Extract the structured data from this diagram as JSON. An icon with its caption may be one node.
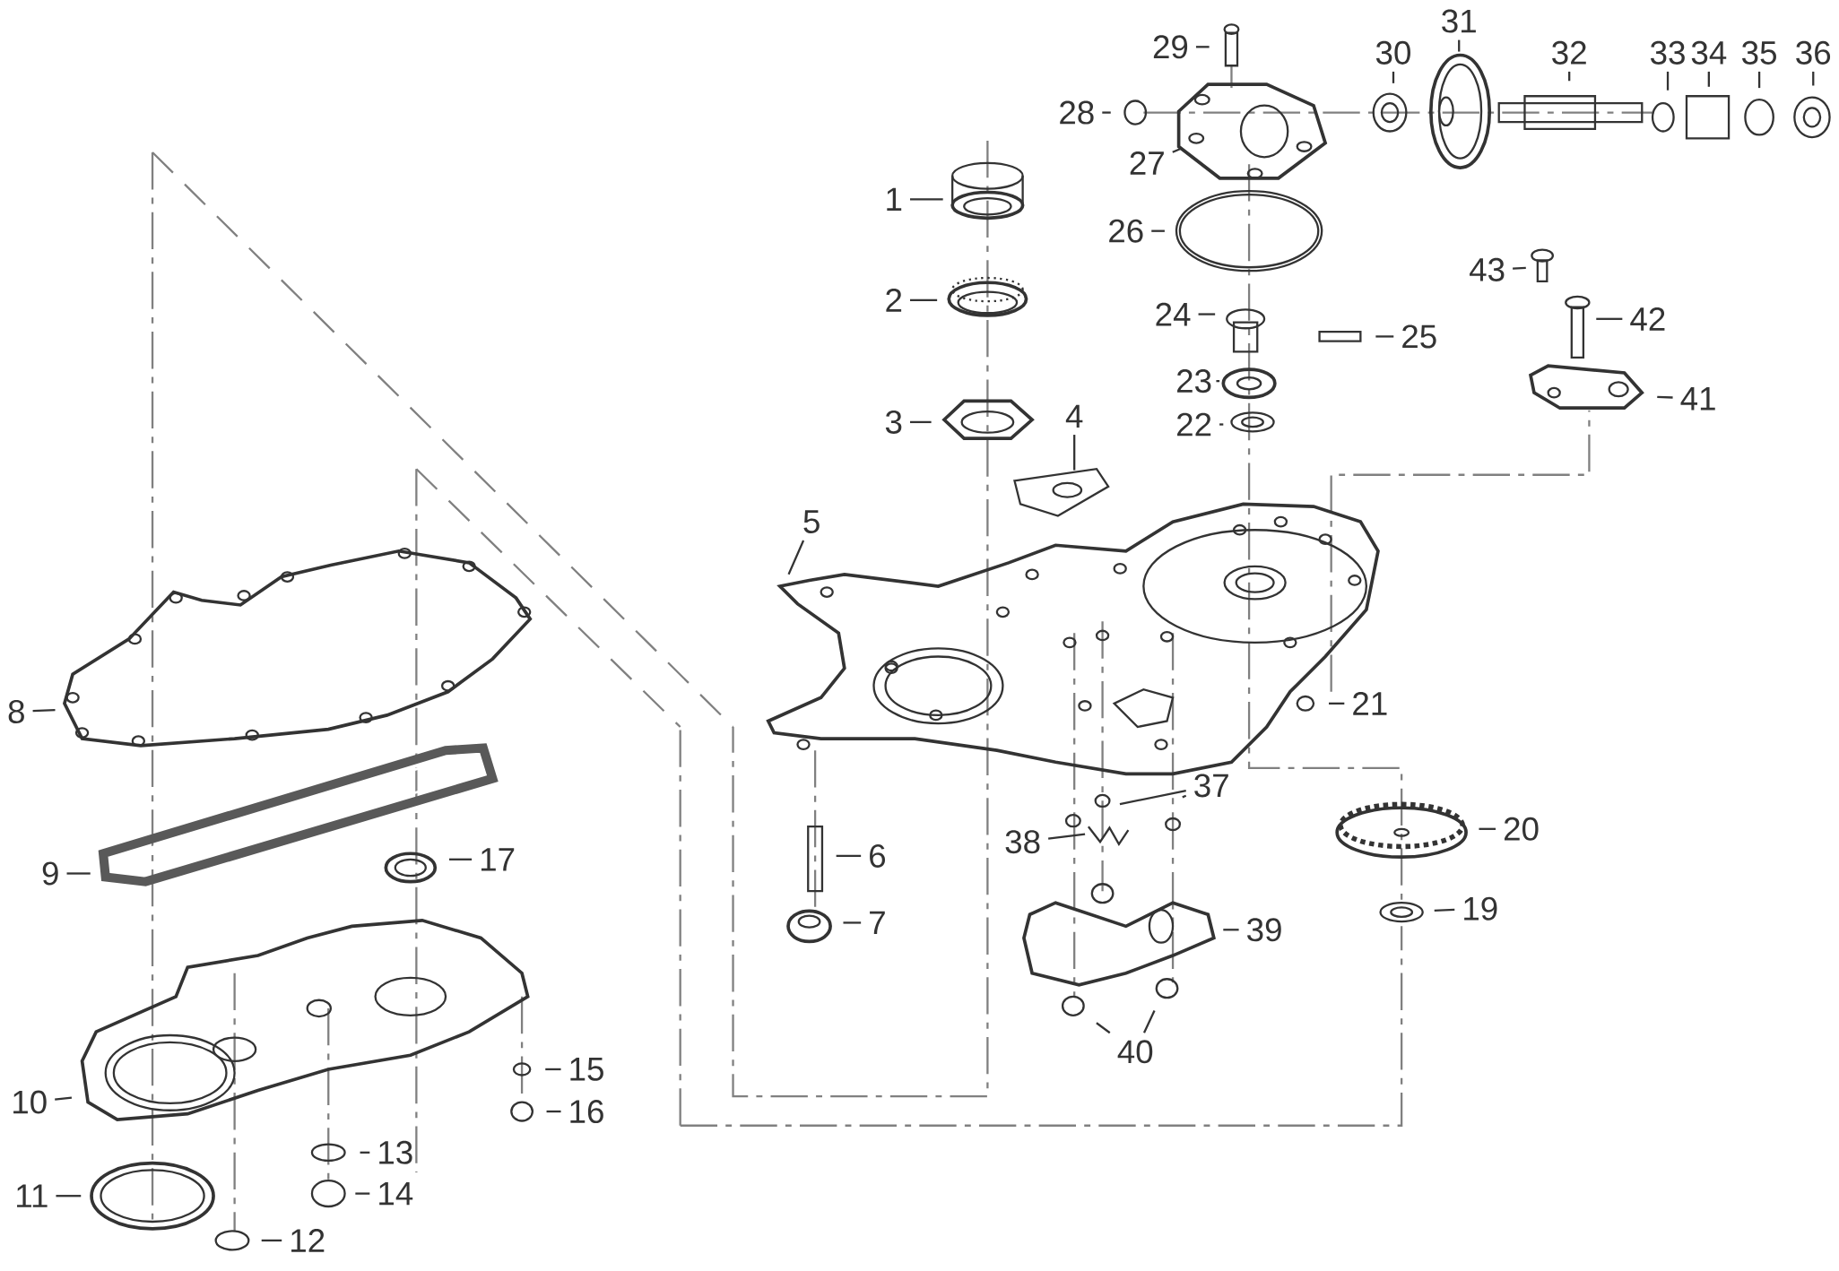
{
  "diagram": {
    "nodes": [
      {
        "text": [
          "1"
        ]
      },
      {
        "text": [
          "2"
        ]
      },
      {
        "text": [
          "3"
        ]
      },
      {
        "text": [
          "4"
        ]
      },
      {
        "text": [
          "5"
        ]
      },
      {
        "text": [
          "6"
        ]
      },
      {
        "text": [
          "7"
        ]
      },
      {
        "text": [
          "8"
        ]
      },
      {
        "text": [
          "9"
        ]
      },
      {
        "text": [
          "10"
        ]
      },
      {
        "text": [
          "11"
        ]
      },
      {
        "text": [
          "12"
        ]
      },
      {
        "text": [
          "13"
        ]
      },
      {
        "text": [
          "14"
        ]
      },
      {
        "text": [
          "15"
        ]
      },
      {
        "text": [
          "16"
        ]
      },
      {
        "text": [
          "17"
        ]
      },
      {
        "text": [
          "19"
        ]
      },
      {
        "text": [
          "20"
        ]
      },
      {
        "text": [
          "21"
        ]
      },
      {
        "text": [
          "22"
        ]
      },
      {
        "text": [
          "23"
        ]
      },
      {
        "text": [
          "24"
        ]
      },
      {
        "text": [
          "25"
        ]
      },
      {
        "text": [
          "26"
        ]
      },
      {
        "text": [
          "27"
        ]
      },
      {
        "text": [
          "28"
        ]
      },
      {
        "text": [
          "29"
        ]
      },
      {
        "text": [
          "30"
        ]
      },
      {
        "text": [
          "31"
        ]
      },
      {
        "text": [
          "32"
        ]
      },
      {
        "text": [
          "33"
        ]
      },
      {
        "text": [
          "34"
        ]
      },
      {
        "text": [
          "35"
        ]
      },
      {
        "text": [
          "36"
        ]
      },
      {
        "text": [
          "37"
        ]
      },
      {
        "text": [
          "38"
        ]
      },
      {
        "text": [
          "39"
        ]
      },
      {
        "text": [
          "40"
        ]
      },
      {
        "text": [
          "41"
        ]
      },
      {
        "text": [
          "42"
        ]
      },
      {
        "text": [
          "43"
        ]
      }
    ],
    "edges": [
      {
        "from": 0,
        "to": null,
        "arrow": "none"
      },
      {
        "from": 1,
        "to": null,
        "arrow": "none"
      },
      {
        "from": 2,
        "to": null,
        "arrow": "none"
      },
      {
        "from": 3,
        "to": null,
        "arrow": "none"
      },
      {
        "from": 4,
        "to": null,
        "arrow": "none"
      },
      {
        "from": 5,
        "to": null,
        "arrow": "none"
      },
      {
        "from": 6,
        "to": null,
        "arrow": "none"
      },
      {
        "from": 7,
        "to": null,
        "arrow": "none"
      },
      {
        "from": 8,
        "to": null,
        "arrow": "none"
      },
      {
        "from": 9,
        "to": null,
        "arrow": "none"
      },
      {
        "from": 10,
        "to": null,
        "arrow": "none"
      },
      {
        "from": 11,
        "to": null,
        "arrow": "none"
      },
      {
        "from": 12,
        "to": null,
        "arrow": "none"
      },
      {
        "from": 13,
        "to": null,
        "arrow": "none"
      },
      {
        "from": 14,
        "to": null,
        "arrow": "none"
      },
      {
        "from": 15,
        "to": null,
        "arrow": "none"
      },
      {
        "from": 16,
        "to": null,
        "arrow": "none"
      },
      {
        "from": 17,
        "to": null,
        "arrow": "none"
      },
      {
        "from": 18,
        "to": null,
        "arrow": "none"
      },
      {
        "from": 19,
        "to": null,
        "arrow": "none"
      },
      {
        "from": 20,
        "to": null,
        "arrow": "none"
      },
      {
        "from": 21,
        "to": null,
        "arrow": "none"
      },
      {
        "from": 22,
        "to": null,
        "arrow": "none"
      },
      {
        "from": 23,
        "to": null,
        "arrow": "none"
      },
      {
        "from": 24,
        "to": null,
        "arrow": "none"
      },
      {
        "from": 25,
        "to": null,
        "arrow": "none"
      },
      {
        "from": 26,
        "to": null,
        "arrow": "none"
      },
      {
        "from": 27,
        "to": null,
        "arrow": "none"
      },
      {
        "from": 28,
        "to": null,
        "arrow": "none"
      },
      {
        "from": 29,
        "to": null,
        "arrow": "none"
      },
      {
        "from": 30,
        "to": null,
        "arrow": "none"
      },
      {
        "from": 31,
        "to": null,
        "arrow": "none"
      },
      {
        "from": 32,
        "to": null,
        "arrow": "none"
      },
      {
        "from": 33,
        "to": null,
        "arrow": "none"
      },
      {
        "from": 34,
        "to": null,
        "arrow": "none"
      },
      {
        "from": 35,
        "to": null,
        "arrow": "none"
      },
      {
        "from": 35,
        "to": null,
        "arrow": "none"
      },
      {
        "from": 36,
        "to": null,
        "arrow": "none"
      },
      {
        "from": 37,
        "to": null,
        "arrow": "none"
      },
      {
        "from": 38,
        "to": null,
        "arrow": "none"
      },
      {
        "from": 38,
        "to": null,
        "arrow": "none"
      },
      {
        "from": 39,
        "to": null,
        "arrow": "none"
      },
      {
        "from": 40,
        "to": null,
        "arrow": "none"
      },
      {
        "from": 41,
        "to": null,
        "arrow": "none"
      }
    ]
  }
}
